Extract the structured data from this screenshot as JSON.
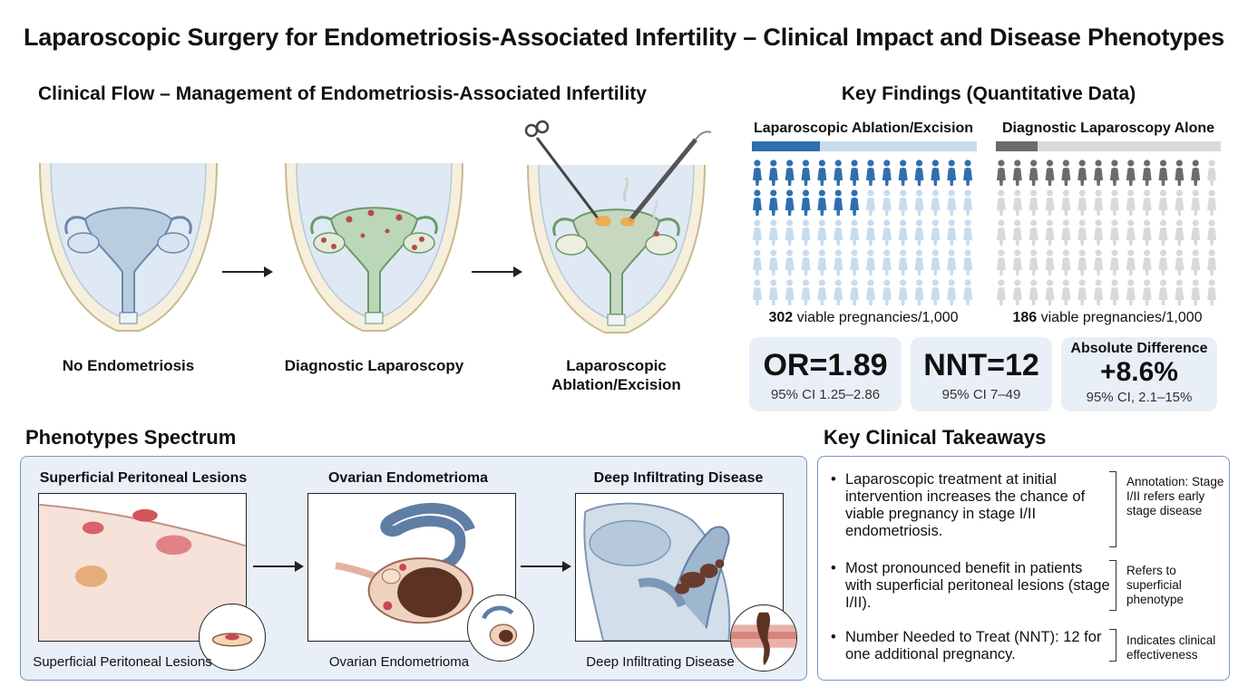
{
  "title": "Laparoscopic Surgery for Endometriosis-Associated Infertility – Clinical Impact and Disease Phenotypes",
  "clinical_flow": {
    "title": "Clinical Flow – Management of Endometriosis-Associated Infertility",
    "stages": [
      {
        "label": "No Endometriosis"
      },
      {
        "label": "Diagnostic Laparoscopy"
      },
      {
        "label": "Laparoscopic Ablation/Excision"
      }
    ]
  },
  "key_findings": {
    "title": "Key Findings (Quantitative Data)",
    "groups": [
      {
        "name": "Laparoscopic Ablation/Excision",
        "value_bold": "302",
        "value_text": " viable pregnancies/1,000",
        "rate": 0.302,
        "color_dark": "#2f6fb0",
        "color_light": "#c9dbee"
      },
      {
        "name": "Diagnostic Laparoscopy Alone",
        "value_bold": "186",
        "value_text": " viable pregnancies/1,000",
        "rate": 0.186,
        "color_dark": "#6b6b6b",
        "color_light": "#d9d9d9"
      }
    ],
    "stats": [
      {
        "big": "OR=1.89",
        "ci": "95% CI 1.25–2.86"
      },
      {
        "big": "NNT=12",
        "ci": "95% CI 7–49"
      },
      {
        "head": "Absolute Difference",
        "big": "+8.6%",
        "ci": "95% CI, 2.1–15%"
      }
    ]
  },
  "phenotypes": {
    "title": "Phenotypes Spectrum",
    "items": [
      {
        "heading": "Superficial Peritoneal Lesions",
        "caption": "Superficial Peritoneal Lesions"
      },
      {
        "heading": "Ovarian Endometrioma",
        "caption": "Ovarian Endometrioma"
      },
      {
        "heading": "Deep Infiltrating Disease",
        "caption": "Deep Infiltrating Disease"
      }
    ]
  },
  "takeaways": {
    "title": "Key Clinical Takeaways",
    "items": [
      {
        "text": "Laparoscopic treatment at initial intervention increases the chance of viable pregnancy in stage I/II endometriosis.",
        "annotation": "Annotation: Stage I/II refers early stage disease"
      },
      {
        "text": "Most pronounced benefit in patients with superficial peritoneal lesions (stage I/II).",
        "annotation": "Refers to superficial phenotype"
      },
      {
        "text": "Number Needed to Treat (NNT): 12 for one additional pregnancy.",
        "annotation": "Indicates clinical effectiveness"
      }
    ]
  }
}
